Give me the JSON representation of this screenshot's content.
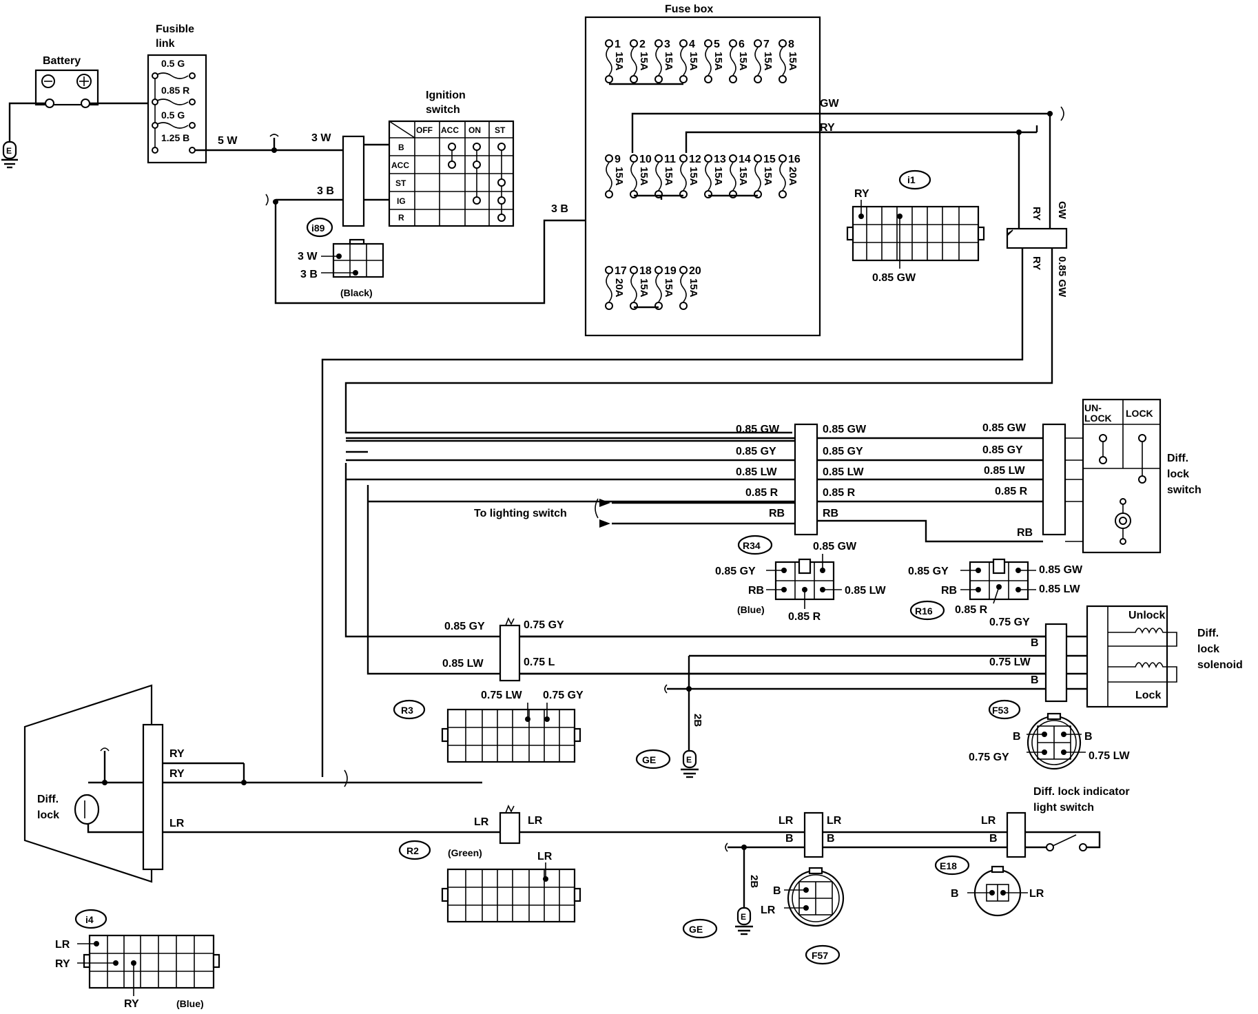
{
  "labels": {
    "battery": "Battery",
    "fusible_link_l1": "Fusible",
    "fusible_link_l2": "link",
    "fuse_box": "Fuse box",
    "ignition_l1": "Ignition",
    "ignition_l2": "switch",
    "black": "(Black)",
    "blue": "(Blue)",
    "green": "(Green)",
    "to_lighting": "To lighting switch",
    "diff_lock_switch_l1": "Diff.",
    "diff_lock_switch_l2": "lock",
    "diff_lock_switch_l3": "switch",
    "diff_lock_solenoid_l1": "Diff.",
    "diff_lock_solenoid_l2": "lock",
    "diff_lock_solenoid_l3": "solenoid",
    "unlock": "Unlock",
    "lock": "Lock",
    "un_lock_l1": "UN-",
    "un_lock_l2": "LOCK",
    "lock_caps": "LOCK",
    "diff_lock_l1": "Diff.",
    "diff_lock_l2": "lock",
    "indicator_l1": "Diff. lock indicator",
    "indicator_l2": "light switch",
    "ground_e": "E"
  },
  "fusible_link": [
    "0.5 G",
    "0.85 R",
    "0.5 G",
    "1.25 B"
  ],
  "ignition_table": {
    "cols": [
      "OFF",
      "ACC",
      "ON",
      "ST"
    ],
    "rows": [
      "B",
      "ACC",
      "ST",
      "IG",
      "R"
    ]
  },
  "fuses": {
    "row1_nums": [
      "1",
      "2",
      "3",
      "4",
      "5",
      "6",
      "7",
      "8"
    ],
    "row1_amps": [
      "15A",
      "15A",
      "15A",
      "15A",
      "15A",
      "15A",
      "15A",
      "15A"
    ],
    "row2_nums": [
      "9",
      "10",
      "11",
      "12",
      "13",
      "14",
      "15",
      "16"
    ],
    "row2_amps": [
      "15A",
      "15A",
      "15A",
      "15A",
      "15A",
      "15A",
      "15A",
      "20A"
    ],
    "row3_nums": [
      "17",
      "18",
      "19",
      "20"
    ],
    "row3_amps": [
      "20A",
      "15A",
      "15A",
      "15A"
    ]
  },
  "connectors": {
    "i89": "i89",
    "i1": "i1",
    "r34": "R34",
    "r16": "R16",
    "r3": "R3",
    "r2": "R2",
    "f53": "F53",
    "f57": "F57",
    "e18": "E18",
    "i4": "i4",
    "ge1": "GE",
    "ge2": "GE"
  },
  "wires": {
    "w5": "5 W",
    "w3": "3 W",
    "b3": "3 B",
    "b3b": "3 B",
    "gw": "GW",
    "ry": "RY",
    "gw085": "0.85 GW",
    "ry_v": "RY",
    "gw_v": "GW",
    "gw085_v": "0.85 GW",
    "i89_3w": "3 W",
    "i89_3b": "3 B",
    "i1_ry": "RY",
    "h_gw": "0.85 GW",
    "h_gy": "0.85 GY",
    "h_lw": "0.85 LW",
    "h_r": "0.85 R",
    "h_rb": "RB",
    "r34_gw": "0.85 GW",
    "r34_gy": "0.85 GY",
    "r34_rb": "RB",
    "r34_lw": "0.85 LW",
    "r34_r": "0.85 R",
    "r16_gy": "0.85 GY",
    "r16_rb": "RB",
    "r16_r": "0.85 R",
    "r16_gw": "0.85 GW",
    "r16_lw": "0.85 LW",
    "s_gy085": "0.85 GY",
    "s_gy075": "0.75 GY",
    "s_lw085": "0.85 LW",
    "s_l075": "0.75 L",
    "s_gy075b": "0.75 GY",
    "s_b": "B",
    "s_lw075": "0.75 LW",
    "s_b2": "B",
    "r3_lw": "0.75  LW",
    "r3_gy": "0.75 GY",
    "b2": "2B",
    "b2b": "2B",
    "f53_b": "B",
    "f53_b2": "B",
    "f53_gy": "0.75 GY",
    "f53_lw": "0.75 LW",
    "ry1": "RY",
    "ry2": "RY",
    "lr": "LR",
    "lr_r2a": "LR",
    "lr_r2b": "LR",
    "r2_lr": "LR",
    "lr_f57a": "LR",
    "lr_f57b": "LR",
    "b_f57a": "B",
    "b_f57b": "B",
    "lr_e18": "LR",
    "b_e18": "B",
    "f57_b": "B",
    "f57_lr": "LR",
    "e18_b": "B",
    "e18_lr": "LR",
    "i4_lr": "LR",
    "i4_ry": "RY",
    "i4_ry2": "RY"
  }
}
